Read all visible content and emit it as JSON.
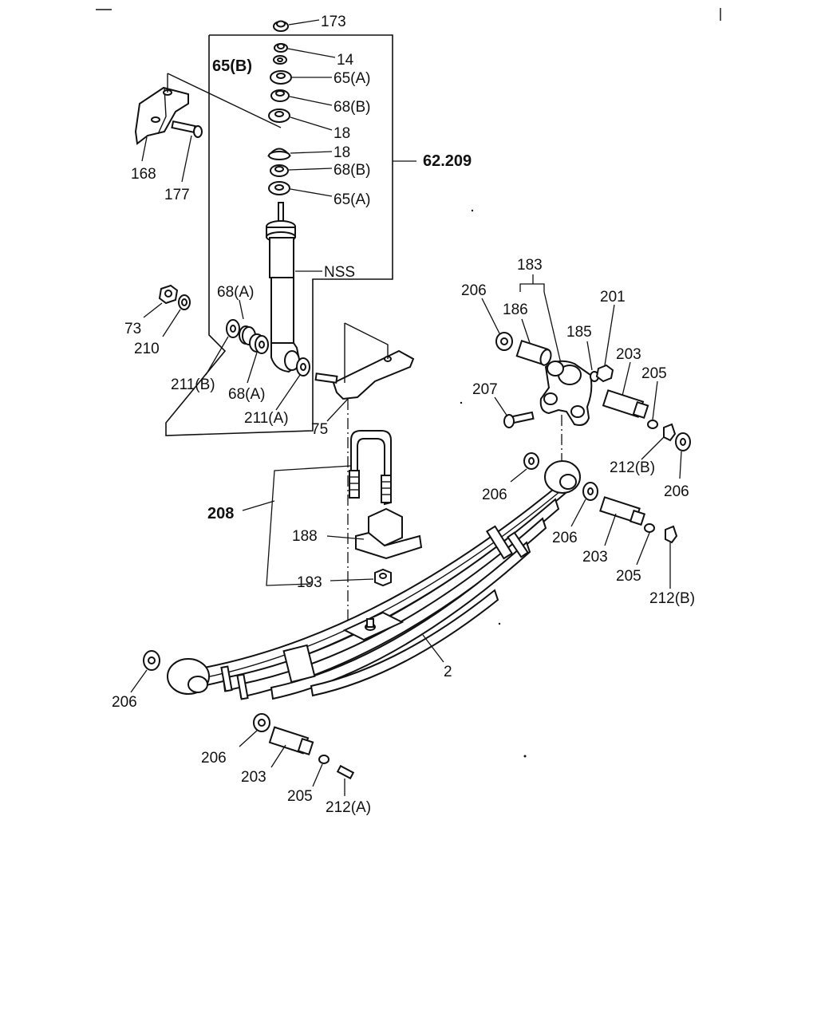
{
  "labels": {
    "p173": "173",
    "p14": "14",
    "p65b": "65(B)",
    "p65a_1": "65(A)",
    "p68b_1": "68(B)",
    "p18_1": "18",
    "p18_2": "18",
    "p68b_2": "68(B)",
    "p62_209": "62.209",
    "p65a_2": "65(A)",
    "p168": "168",
    "p177": "177",
    "pNSS": "NSS",
    "p73": "73",
    "p210": "210",
    "p68a_1": "68(A)",
    "p211b": "211(B)",
    "p68a_2": "68(A)",
    "p211a": "211(A)",
    "p75": "75",
    "p183": "183",
    "p206_1": "206",
    "p186": "186",
    "p201": "201",
    "p185": "185",
    "p203_1": "203",
    "p205_1": "205",
    "p207": "207",
    "p212b_1": "212(B)",
    "p206_2": "206",
    "p206_3": "206",
    "p208": "208",
    "p188": "188",
    "p206_4": "206",
    "p203_2": "203",
    "p205_2": "205",
    "p212b_2": "212(B)",
    "p193": "193",
    "p2": "2",
    "p206_5": "206",
    "p206_6": "206",
    "p203_3": "203",
    "p205_3": "205",
    "p212a": "212(A)"
  }
}
